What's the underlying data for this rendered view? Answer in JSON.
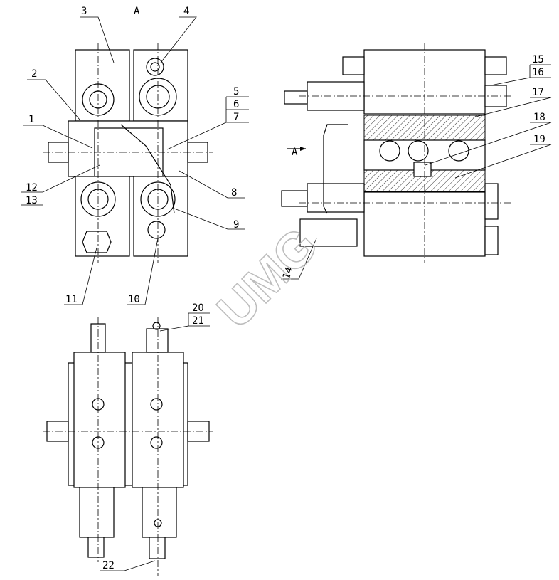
{
  "drawing": {
    "view_label_top": "A",
    "view_arrow_label": "A",
    "watermark": "UMG",
    "callouts": {
      "c1": "1",
      "c2": "2",
      "c3": "3",
      "c4": "4",
      "c5": "5",
      "c6": "6",
      "c7": "7",
      "c8": "8",
      "c9": "9",
      "c10": "10",
      "c11": "11",
      "c12": "12",
      "c13": "13",
      "c14": "14",
      "c15": "15",
      "c16": "16",
      "c17": "17",
      "c18": "18",
      "c19": "19",
      "c20": "20",
      "c21": "21",
      "c22": "22"
    }
  }
}
